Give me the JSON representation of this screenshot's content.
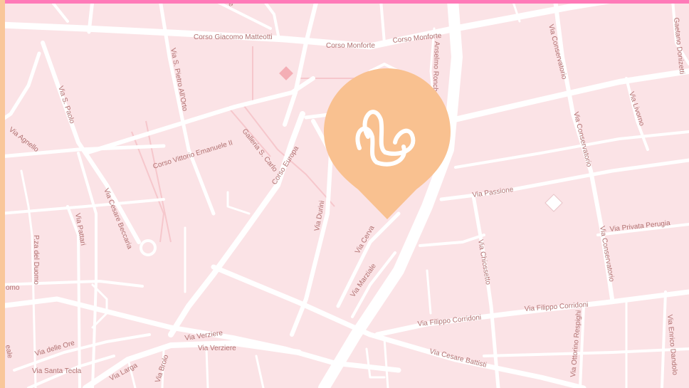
{
  "colors": {
    "map_background": "#fbe3e6",
    "road": "#ffffff",
    "street_label": "#b07070",
    "marker": "#f9c190",
    "top_bar": "#ff7ab8",
    "left_bar": "#f9c79a"
  },
  "marker": {
    "icon": "double-heart-icon"
  },
  "streets": [
    "Corso Giacomo Matteotti",
    "Corso Monforte",
    "Corso Monforte",
    "Via S. Pietro All'Orto",
    "Via S. Paolo",
    "Via Agnello",
    "Corso Vittorio Emanuele II",
    "Galleria S. Carlo",
    "Corso Europa",
    "Via Cesare Beccaria",
    "Via Pattari",
    "P.za del Duomo",
    "Via Durini",
    "Via Cerva",
    "Via Marziale",
    "Via Chiossetto",
    "Via Passione",
    "Via Privata Perugia",
    "Via Conservatorio",
    "Via Conservatorio",
    "Via Conservatorio",
    "Via Livorno",
    "Gaetano Donizetti",
    "Anselmo Ronchetti",
    "Via Filippo Corridoni",
    "Via Filippo Corridoni",
    "Via Cesare Battisti",
    "Via Ottorino Respighi",
    "Via Enrico Dandolo",
    "Via Verziere",
    "Via Verziere",
    "Via delle Ore",
    "Via Santa Tecla",
    "Via Larga",
    "Via Brolo",
    "omo",
    "eale",
    "ne"
  ]
}
